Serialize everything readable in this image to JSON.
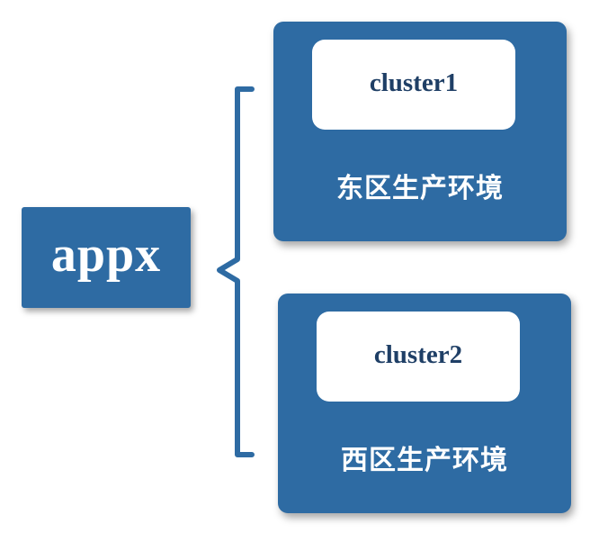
{
  "app": {
    "label": "appx"
  },
  "clusters": [
    {
      "name": "cluster1",
      "environment": "东区生产环境"
    },
    {
      "name": "cluster2",
      "environment": "西区生产环境"
    }
  ],
  "colors": {
    "box_fill": "#2e6ba3",
    "cluster_text": "#1f3f66",
    "label_text": "#ffffff"
  }
}
